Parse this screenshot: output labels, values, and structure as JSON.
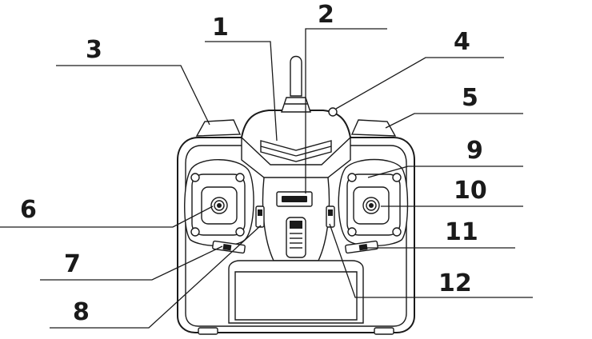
{
  "labels": [
    "1",
    "2",
    "3",
    "4",
    "5",
    "6",
    "7",
    "8",
    "9",
    "10",
    "11",
    "12"
  ]
}
